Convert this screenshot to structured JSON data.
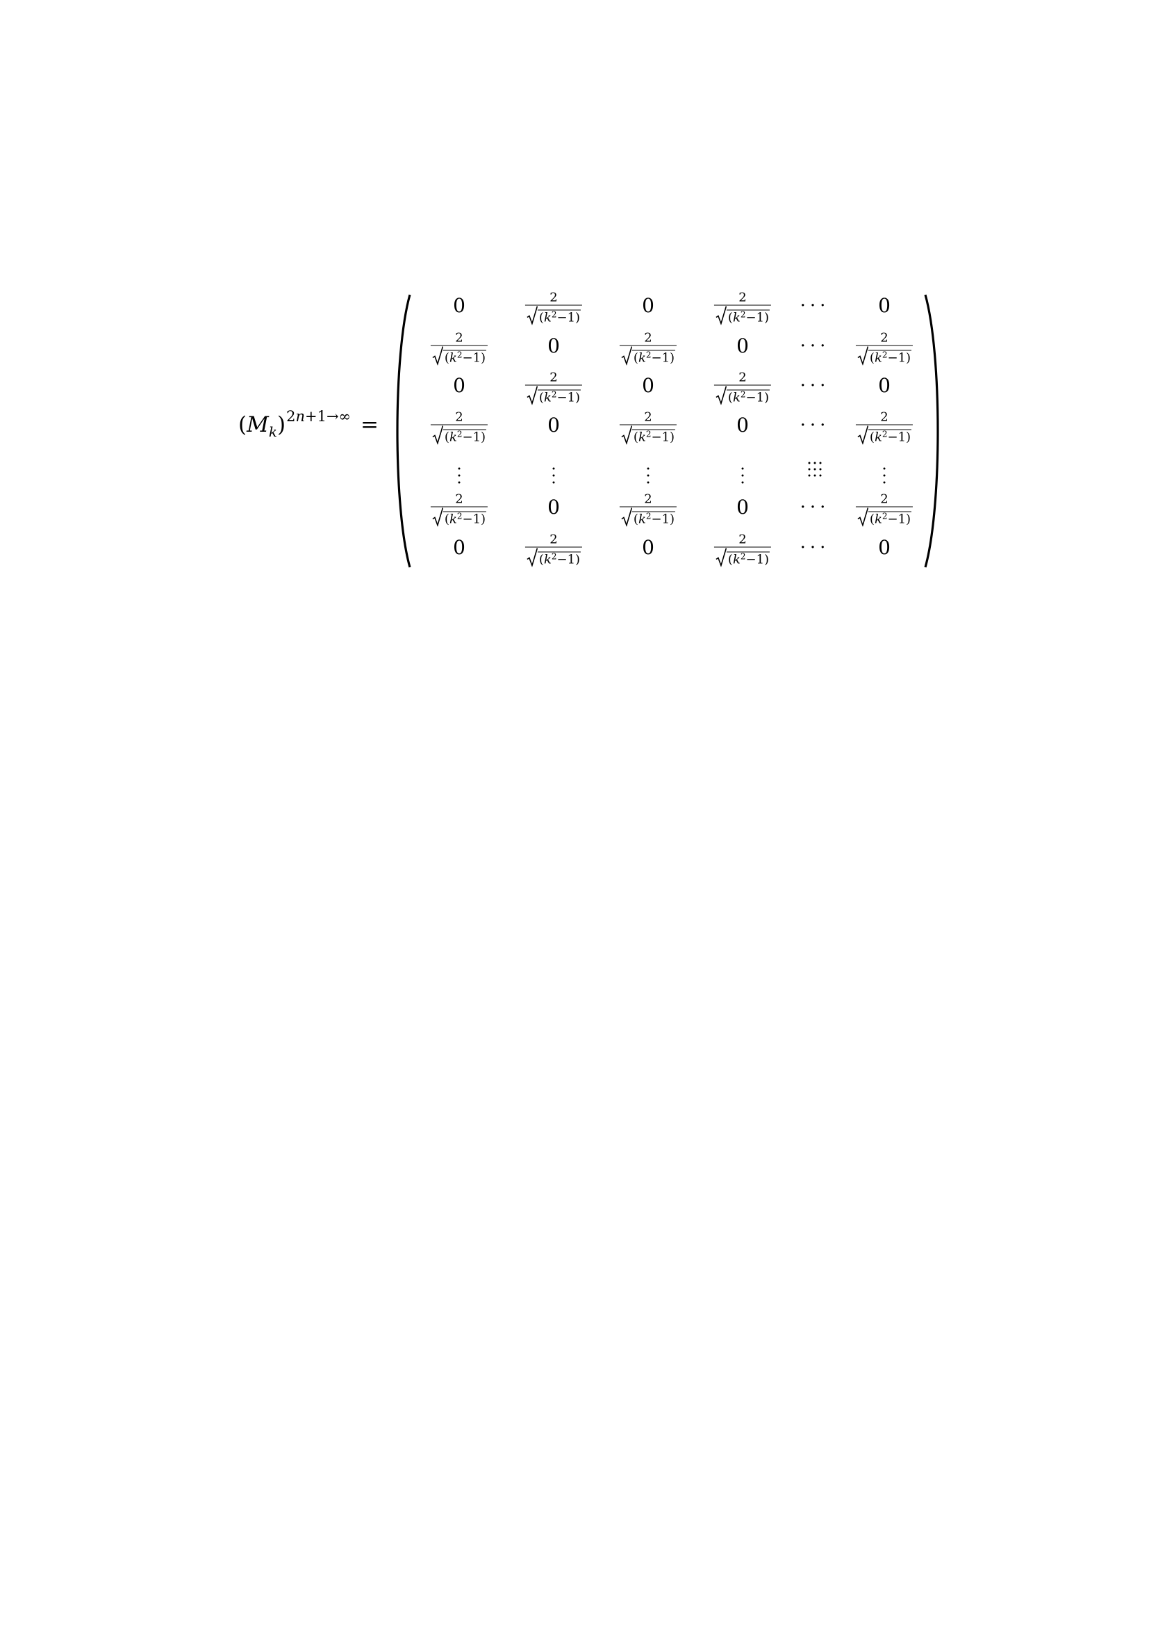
{
  "equation": {
    "lhs": {
      "open": "(",
      "base": "M",
      "subscript": "k",
      "close": ")",
      "sup_a": "2",
      "sup_b": "n",
      "sup_c": "+1→∞",
      "equals": "="
    },
    "entry_symbols": {
      "zero": "0",
      "numerator": "2",
      "radicand_open": "(",
      "radicand_var": "k",
      "radicand_exp": "2",
      "radicand_rest": "−1)",
      "hdots": "···"
    },
    "rows": [
      [
        "zero",
        "frac",
        "zero",
        "frac",
        "hdots",
        "zero"
      ],
      [
        "frac",
        "zero",
        "frac",
        "zero",
        "hdots",
        "frac"
      ],
      [
        "zero",
        "frac",
        "zero",
        "frac",
        "hdots",
        "zero"
      ],
      [
        "frac",
        "zero",
        "frac",
        "zero",
        "hdots",
        "frac"
      ],
      [
        "vdots",
        "vdots",
        "vdots",
        "vdots",
        "ddots",
        "vdots"
      ],
      [
        "frac",
        "zero",
        "frac",
        "zero",
        "hdots",
        "frac"
      ],
      [
        "zero",
        "frac",
        "zero",
        "frac",
        "hdots",
        "zero"
      ]
    ]
  }
}
